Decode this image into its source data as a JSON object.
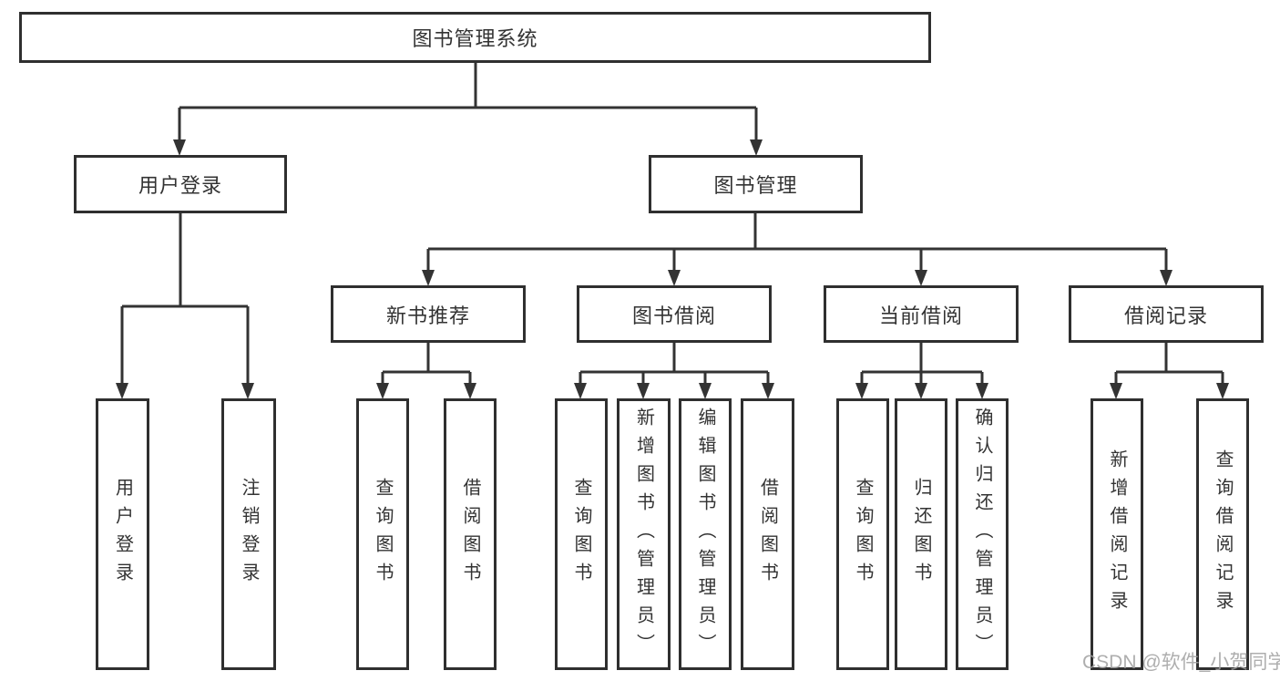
{
  "diagram": {
    "title": "图书管理系统",
    "root": {
      "label": "图书管理系统"
    },
    "level2": [
      {
        "label": "用户登录"
      },
      {
        "label": "图书管理"
      }
    ],
    "level3": [
      {
        "label": "新书推荐"
      },
      {
        "label": "图书借阅"
      },
      {
        "label": "当前借阅"
      },
      {
        "label": "借阅记录"
      }
    ],
    "leaves": [
      {
        "label": "用户登录"
      },
      {
        "label": "注销登录"
      },
      {
        "label": "查询图书"
      },
      {
        "label": "借阅图书"
      },
      {
        "label": "查询图书"
      },
      {
        "label": "新增图书（管理员）"
      },
      {
        "label": "编辑图书（管理员）"
      },
      {
        "label": "借阅图书"
      },
      {
        "label": "查询图书"
      },
      {
        "label": "归还图书"
      },
      {
        "label": "确认归还（管理员）"
      },
      {
        "label": "新增借阅记录"
      },
      {
        "label": "查询借阅记录"
      }
    ],
    "colors": {
      "line": "#333333",
      "border": "#2f2f2f",
      "text": "#333333",
      "background": "#ffffff",
      "watermark": "#a0a0a0"
    }
  },
  "watermark": {
    "text": "CSDN @软件_小贺同学"
  }
}
